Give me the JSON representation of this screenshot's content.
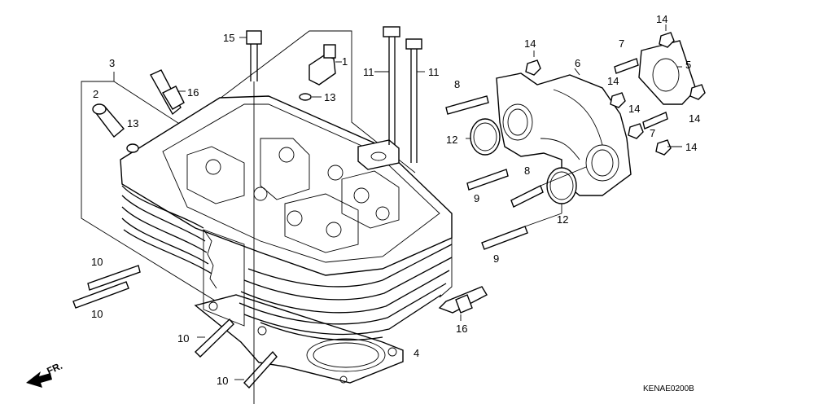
{
  "diagram_code": "KENAE0200B",
  "front_marker": "FR.",
  "part_numbers": {
    "p1": "1",
    "p2": "2",
    "p3": "3",
    "p4": "4",
    "p5": "5",
    "p6": "6",
    "p7": "7",
    "p8": "8",
    "p9": "9",
    "p10": "10",
    "p11": "11",
    "p12": "12",
    "p13": "13",
    "p14": "14",
    "p15": "15",
    "p16": "16"
  }
}
